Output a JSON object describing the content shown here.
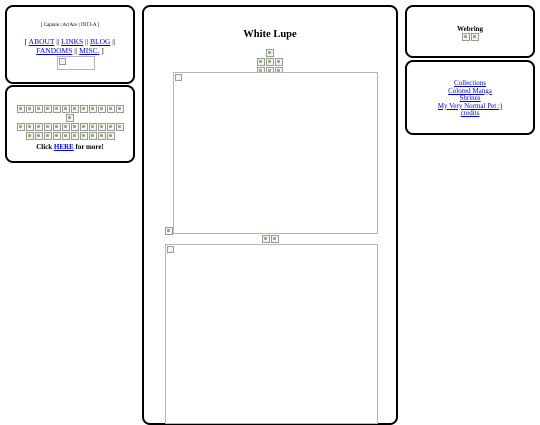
{
  "nav": {
    "tagline": "[ Captain | ArrAce | INTJ-A ]",
    "links": [
      {
        "label": "ABOUT"
      },
      {
        "label": "LINKS"
      },
      {
        "label": "BLOG"
      },
      {
        "label": "FANDOMS"
      },
      {
        "label": "MISC."
      }
    ]
  },
  "buttons": {
    "more_prefix": "Click ",
    "more_link": "HERE",
    "more_suffix": " for more!"
  },
  "main": {
    "title": "White Lupe"
  },
  "webring": {
    "title": "Webring"
  },
  "sections": {
    "links": [
      {
        "label": "Collections"
      },
      {
        "label": "Colored Manga"
      },
      {
        "label": "Shrines"
      },
      {
        "label": "My Very Normal Pet :)"
      },
      {
        "label": "credits"
      }
    ]
  },
  "icons": {
    "broken_image": "broken-image-icon"
  }
}
